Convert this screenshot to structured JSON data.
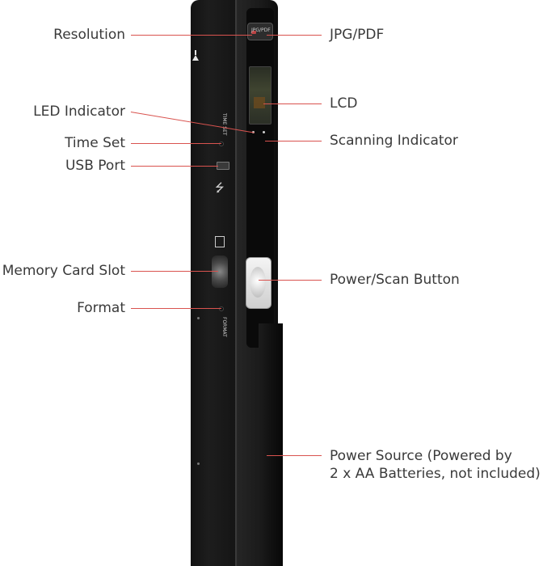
{
  "labels_left": {
    "resolution": "Resolution",
    "led_indicator": "LED Indicator",
    "time_set": "Time Set",
    "usb_port": "USB Port",
    "memory_card_slot": "Memory Card Slot",
    "format": "Format"
  },
  "labels_right": {
    "jpg_pdf": "JPG/PDF",
    "lcd": "LCD",
    "scanning_indicator": "Scanning Indicator",
    "power_scan_button": "Power/Scan Button",
    "power_source_line1": "Power Source (Powered by",
    "power_source_line2": "2 x AA Batteries, not included)"
  },
  "device_markings": {
    "time_set_print": "TIME SET",
    "format_print": "FORMAT",
    "jpg_pdf_print": "JPG/PDF"
  },
  "colors": {
    "callout_line": "#d9534f",
    "label_text": "#3a3a3a",
    "device_body": "#151515"
  },
  "icons": {
    "usb": "usb-icon",
    "memory_card": "sd-card-icon",
    "marker": "triangle-marker-icon"
  }
}
